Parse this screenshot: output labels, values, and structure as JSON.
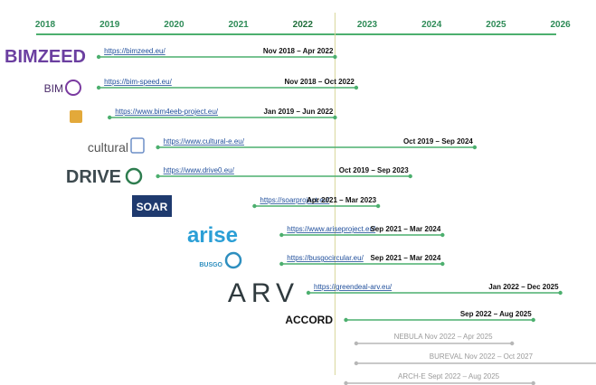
{
  "chart_data": {
    "type": "timeline",
    "years": [
      "2018",
      "2019",
      "2020",
      "2021",
      "2022",
      "2023",
      "2024",
      "2025",
      "2026"
    ],
    "highlight_year": "2022",
    "today": 2022.5,
    "projects": [
      {
        "logo": "BIMZEED",
        "url": "https://bimzeed.eu/",
        "dates": "Nov 2018 – Apr 2022",
        "start": 2018.83,
        "end": 2022.5,
        "color": "#4caf6e"
      },
      {
        "logo": "BIM-SPEED",
        "url": "https://bim-speed.eu/",
        "dates": "Nov 2018 – Oct 2022",
        "start": 2018.83,
        "end": 2022.83,
        "color": "#4caf6e"
      },
      {
        "logo": "BIM4EEB",
        "url": "https://www.bim4eeb-project.eu/",
        "dates": "Jan 2019 – Jun 2022",
        "start": 2019.0,
        "end": 2022.5,
        "color": "#4caf6e"
      },
      {
        "logo": "culturalE",
        "url": "https://www.cultural-e.eu/",
        "dates": "Oct 2019 – Sep 2024",
        "start": 2019.75,
        "end": 2024.67,
        "color": "#4caf6e"
      },
      {
        "logo": "DRIVE 0",
        "url": "https://www.drive0.eu/",
        "dates": "Oct 2019 – Sep 2023",
        "start": 2019.75,
        "end": 2023.67,
        "color": "#4caf6e"
      },
      {
        "logo": "SOAR",
        "url": "https://soarproject.eu/",
        "dates": "Apr 2021 – Mar 2023",
        "start": 2021.25,
        "end": 2023.17,
        "color": "#4caf6e"
      },
      {
        "logo": "arise",
        "url": "https://www.ariseproject.eu/",
        "dates": "Sep 2021 – Mar 2024",
        "start": 2021.67,
        "end": 2024.17,
        "color": "#4caf6e"
      },
      {
        "logo": "BUSGO",
        "url": "https://busgocircular.eu/",
        "dates": "Sep 2021 – Mar 2024",
        "start": 2021.67,
        "end": 2024.17,
        "color": "#4caf6e"
      },
      {
        "logo": "ARV",
        "url": "https://greendeal-arv.eu/",
        "dates": "Jan 2022 – Dec 2025",
        "start": 2022.0,
        "end": 2026.0,
        "color": "#4caf6e"
      },
      {
        "logo": "ACCORD",
        "url": "",
        "dates": "Sep 2022 – Aug 2025",
        "start": 2022.67,
        "end": 2025.58,
        "color": "#4caf6e"
      },
      {
        "logo": "",
        "url": "",
        "label": "NEBULA Nov 2022 – Apr 2025",
        "start": 2022.83,
        "end": 2025.25,
        "color": "#b7b7b7"
      },
      {
        "logo": "",
        "url": "",
        "label": "BUREVAL Nov 2022 – Oct 2027",
        "start": 2022.83,
        "end": 2027.0,
        "color": "#b7b7b7"
      },
      {
        "logo": "",
        "url": "",
        "label": "ARCH-E Sept 2022 – Aug 2025",
        "start": 2022.67,
        "end": 2025.58,
        "color": "#b7b7b7"
      }
    ]
  }
}
